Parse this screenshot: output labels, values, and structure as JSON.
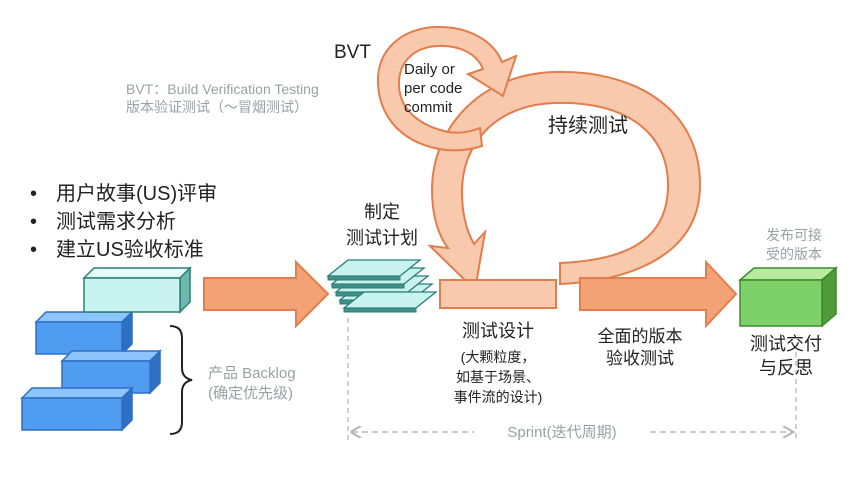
{
  "bvt": {
    "label": "BVT",
    "definition": "BVT：Build Verification Testing",
    "definition_cn": "版本验证测试（～冒烟测试）",
    "cycle": [
      "Daily or",
      "per code",
      "commit"
    ]
  },
  "continuous_testing": "持续测试",
  "bullets": [
    "用户故事(US)评审",
    "测试需求分析",
    "建立US验收标准"
  ],
  "bullet_symbol": "•",
  "backlog": {
    "title": "产品 Backlog",
    "subtitle": "(确定优先级)"
  },
  "plan": {
    "line1": "制定",
    "line2": "测试计划"
  },
  "design": {
    "title": "测试设计",
    "notes": [
      "(大颗粒度，",
      "如基于场景、",
      "事件流的设计)"
    ]
  },
  "acceptance": {
    "line1": "全面的版本",
    "line2": "验收测试"
  },
  "release": {
    "top1": "发布可接",
    "top2": "受的版本",
    "bottom1": "测试交付",
    "bottom2": "与反思"
  },
  "sprint": "Sprint(迭代周期)",
  "colors": {
    "arrow_fill": "#f9c9ae",
    "arrow_stroke": "#e27d4c",
    "main_arrow_fill": "#f2a274",
    "block_blue": "#4f9cf0",
    "block_blue_dark": "#2f6fc2",
    "block_cyan": "#c8f3ef",
    "block_green": "#7ed06b",
    "gray_text": "#9aa0a6",
    "dark_text": "#222222"
  }
}
